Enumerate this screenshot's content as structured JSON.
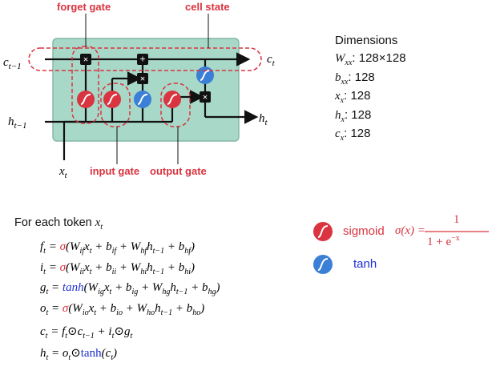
{
  "diagram": {
    "labels": {
      "forget_gate": "forget gate",
      "cell_state": "cell state",
      "input_gate": "input gate",
      "output_gate": "output gate",
      "c_prev": "c",
      "c_prev_sub": "t−1",
      "c_t": "c",
      "c_t_sub": "t",
      "h_prev": "h",
      "h_prev_sub": "t−1",
      "h_t": "h",
      "h_t_sub": "t",
      "x_t": "x",
      "x_t_sub": "t"
    },
    "colors": {
      "cell_fill": "#a8d8c8",
      "sigmoid": "#d9343f",
      "tanh": "#3b7fd6",
      "annotation": "#d9343f",
      "op_node": "#111111"
    }
  },
  "dimensions": {
    "title": "Dimensions",
    "rows": [
      {
        "sym": "W",
        "sub": "xx",
        "val": ": 128×128"
      },
      {
        "sym": "b",
        "sub": "xx",
        "val": ": 128"
      },
      {
        "sym": "x",
        "sub": "x",
        "val": ": 128"
      },
      {
        "sym": "h",
        "sub": "x",
        "val": ": 128"
      },
      {
        "sym": "c",
        "sub": "x",
        "val": ": 128"
      }
    ]
  },
  "equations": {
    "intro": "For each token ",
    "intro_var": "x",
    "intro_sub": "t",
    "lines": [
      "f_t",
      "i_t",
      "g_t",
      "o_t",
      "c_t",
      "h_t"
    ]
  },
  "legend": {
    "sigmoid_label": "sigmoid",
    "sigmoid_formula_lhs": "σ(x) =",
    "sigmoid_formula_num": "1",
    "sigmoid_formula_den": "1 + e",
    "sigmoid_formula_exp": "−x",
    "tanh_label": "tanh"
  }
}
